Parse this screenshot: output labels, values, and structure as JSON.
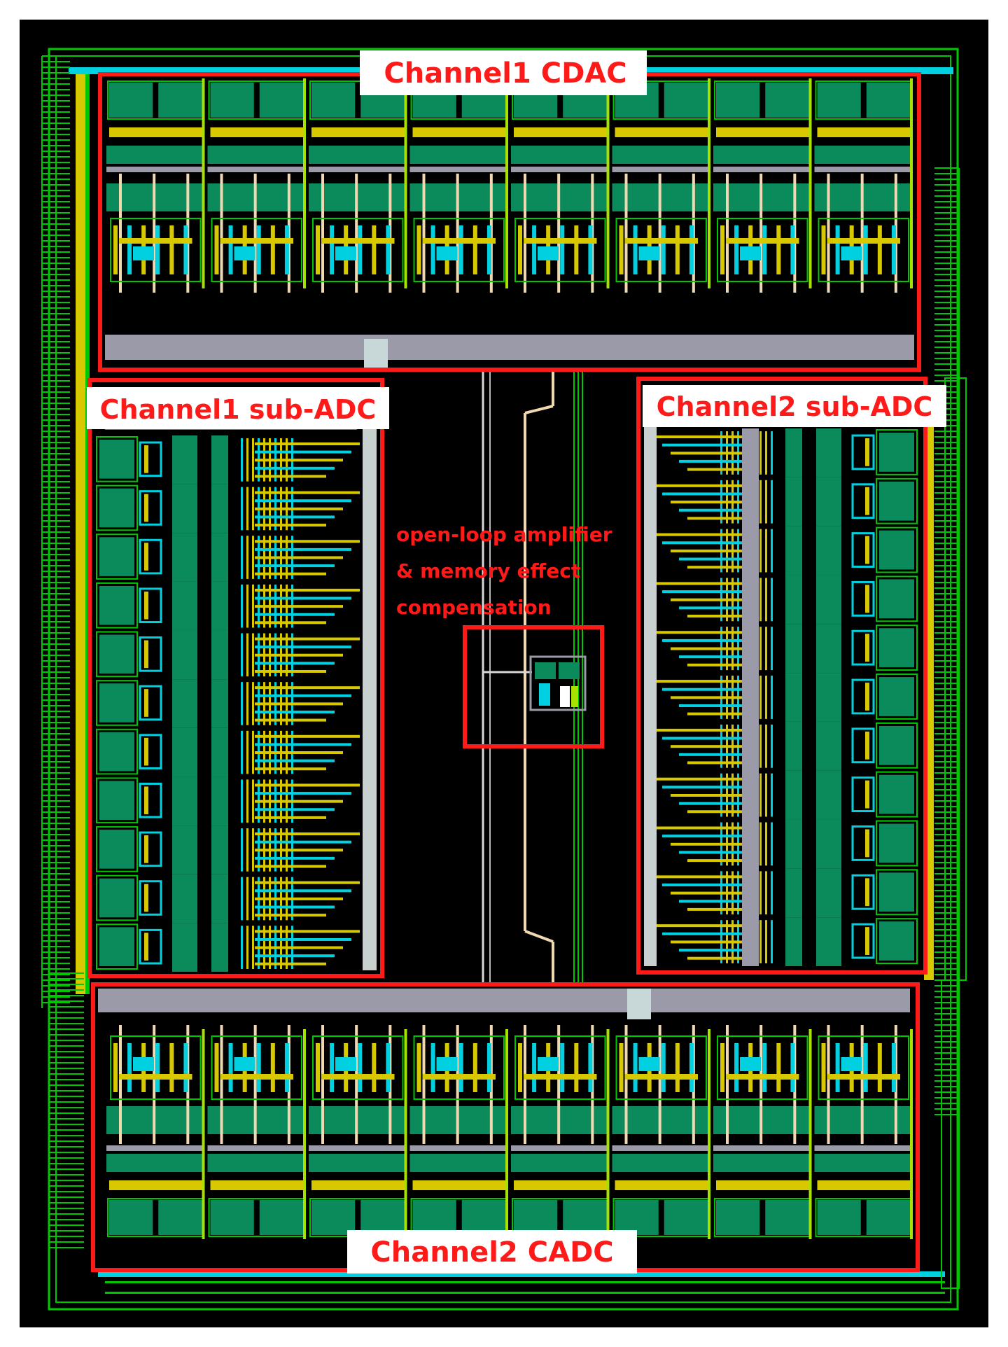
{
  "labels": {
    "ch1_cdac": "Channel1 CDAC",
    "ch1_subadc": "Channel1 sub-ADC",
    "ch2_subadc": "Channel2 sub-ADC",
    "amp_line1": "open-loop amplifier",
    "amp_line2": "& memory effect",
    "amp_line3": "compensation",
    "ch2_cadc": "Channel2 CADC"
  },
  "colors": {
    "background": "#000000",
    "frame": "#ffffff",
    "highlight": "#ff1a1a",
    "metal_green": "#00c800",
    "fill_green": "#0b8a5c",
    "metal_yellow": "#d8c800",
    "metal_cyan": "#00d0e0",
    "metal_gray": "#9a9aa8",
    "metal_tan": "#f0d8b0",
    "metal_lime": "#a8e000"
  },
  "blocks": {
    "cdac_columns": 8,
    "subadc_rows": 11
  }
}
